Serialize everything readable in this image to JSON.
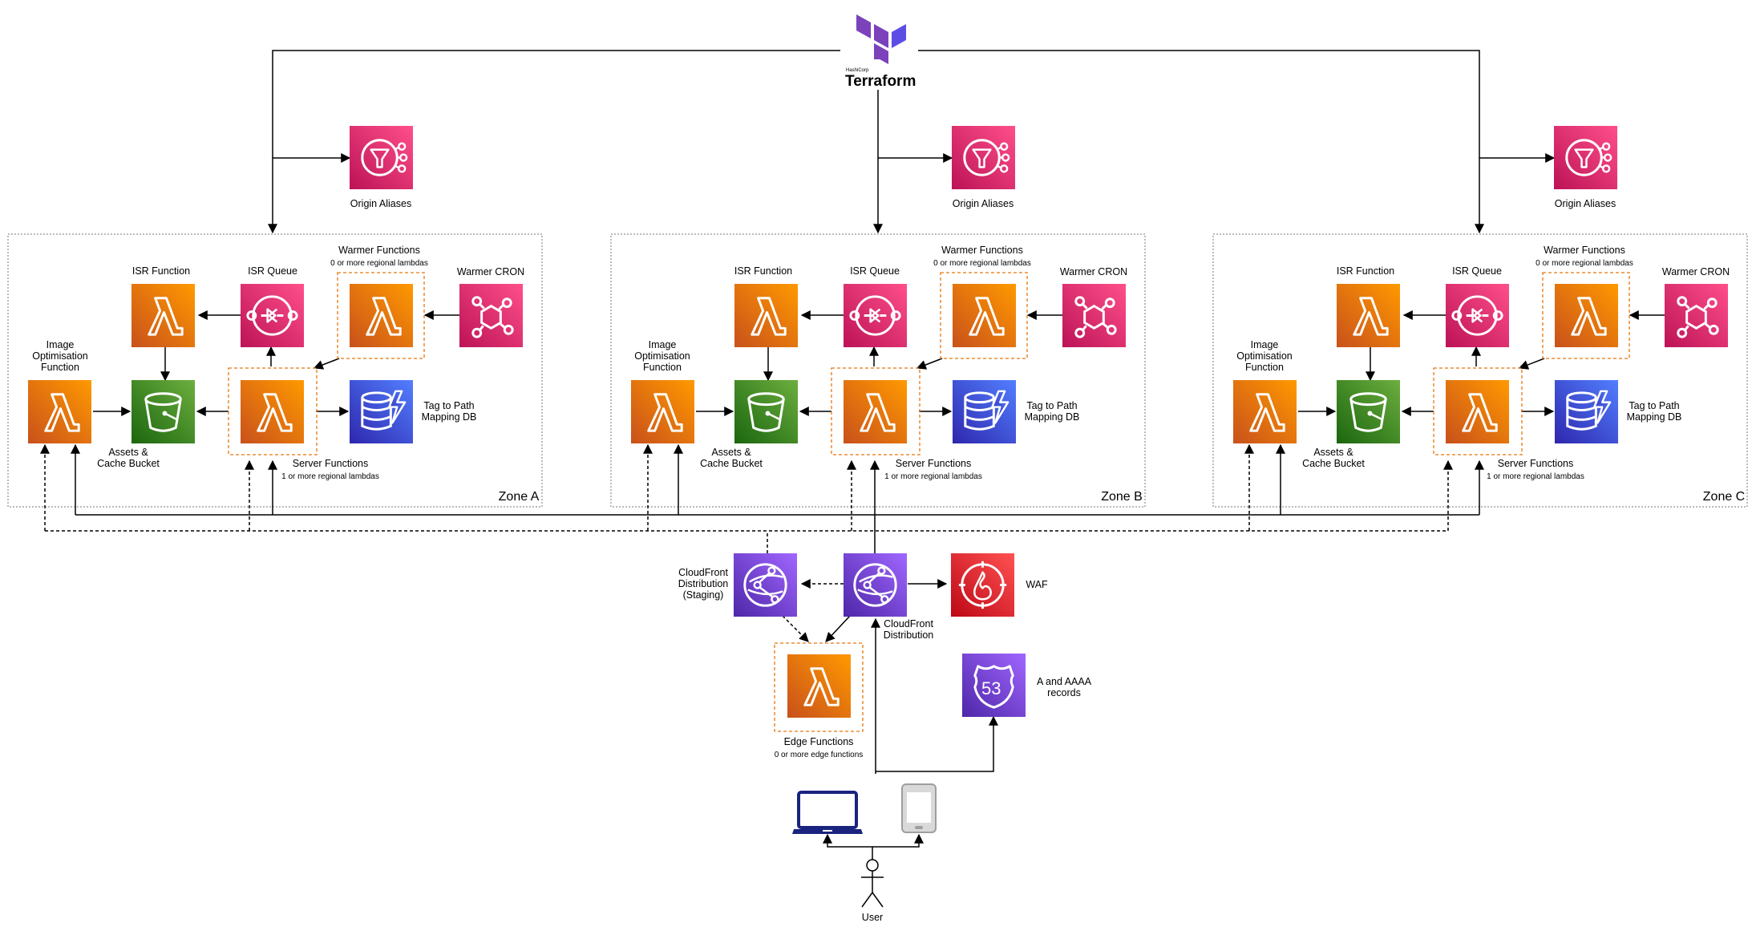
{
  "diagram": {
    "terraform": {
      "vendor": "HashiCorp",
      "name": "Terraform"
    },
    "zones": [
      {
        "name": "Zone A"
      },
      {
        "name": "Zone B"
      },
      {
        "name": "Zone C"
      }
    ],
    "zone_labels": {
      "origin_aliases": "Origin Aliases",
      "isr_function": "ISR Function",
      "isr_queue": "ISR Queue",
      "warmer_functions": "Warmer Functions",
      "warmer_functions_sub": "0 or more regional lambdas",
      "warmer_cron": "Warmer CRON",
      "image_opt_1": "Image",
      "image_opt_2": "Optimisation",
      "image_opt_3": "Function",
      "assets_1": "Assets &",
      "assets_2": "Cache Bucket",
      "server_functions": "Server Functions",
      "server_functions_sub": "1 or more regional lambdas",
      "tag_db_1": "Tag to Path",
      "tag_db_2": "Mapping DB"
    },
    "global": {
      "cf_staging_1": "CloudFront",
      "cf_staging_2": "Distribution",
      "cf_staging_3": "(Staging)",
      "cf_1": "CloudFront",
      "cf_2": "Distribution",
      "waf": "WAF",
      "edge_functions": "Edge Functions",
      "edge_functions_sub": "0 or more edge functions",
      "dns_1": "A and AAAA",
      "dns_2": "records",
      "user": "User",
      "route53_number": "53"
    },
    "colors": {
      "lambda_orange": "#E8760F",
      "s3_green": "#3F8624",
      "pink": "#E7157B",
      "purple": "#8C4FFF",
      "dynamo_blue": "#3B48CC",
      "waf_red": "#DD344C",
      "terraform_purple": "#7B42BC",
      "dashed_orange": "#E8760F",
      "laptop_blue": "#1A237E"
    }
  }
}
